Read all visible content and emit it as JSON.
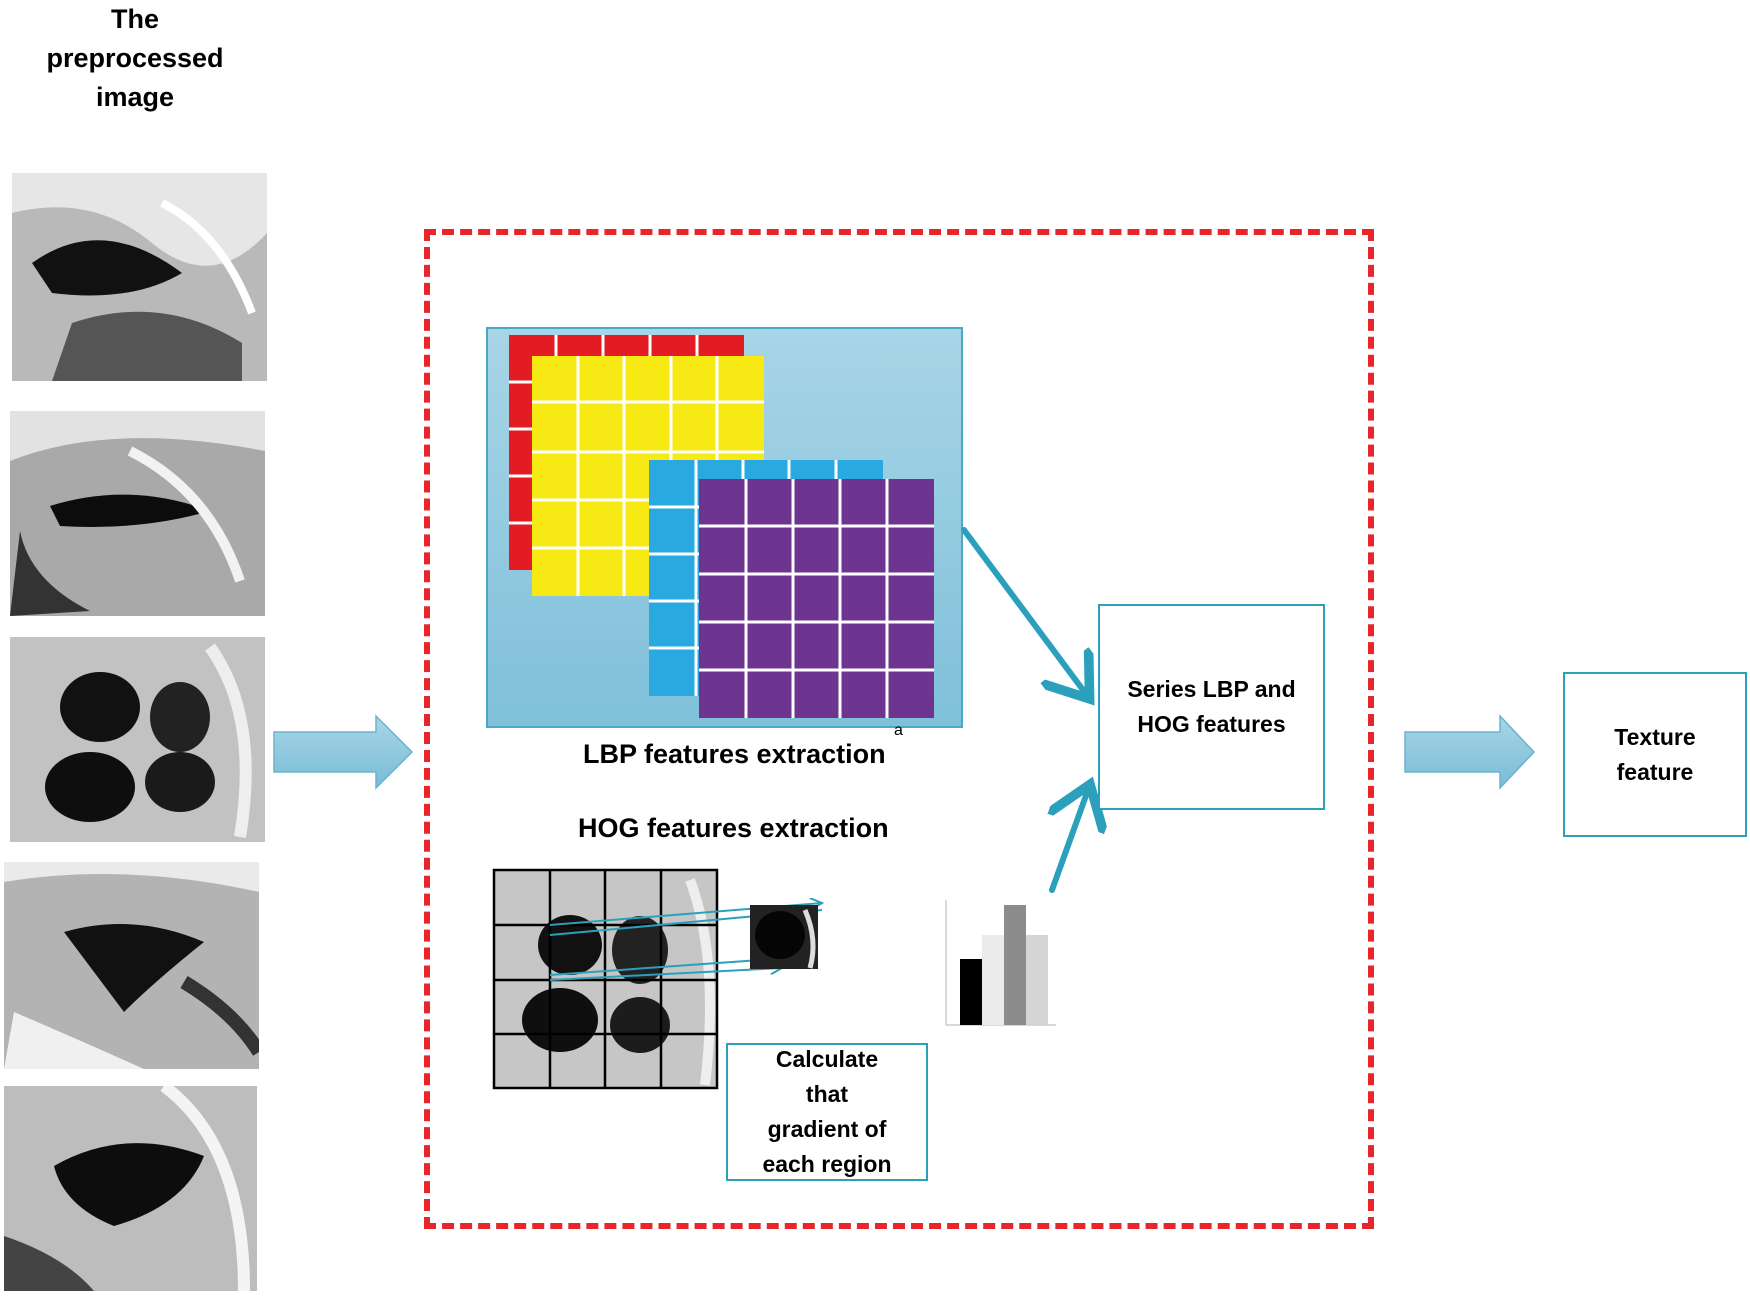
{
  "left_panel": {
    "title_lines": [
      "The",
      "preprocessed",
      "image"
    ],
    "thumbnail_count": 5
  },
  "lbp": {
    "label": "LBP features extraction",
    "superscript": "a",
    "grid_colors": [
      "#e31b23",
      "#f7e914",
      "#2aa9e0",
      "#6d3590"
    ],
    "panel_color": "#9dcfe0"
  },
  "hog": {
    "label": "HOG features extraction",
    "gradient_note_lines": [
      "Calculate",
      "that",
      "gradient of",
      "each region"
    ],
    "histogram_bars": [
      {
        "value": 0.55,
        "color": "#000000"
      },
      {
        "value": 0.75,
        "color": "#ebebeb"
      },
      {
        "value": 1.0,
        "color": "#8c8c8c"
      },
      {
        "value": 0.75,
        "color": "#d4d4d4"
      }
    ]
  },
  "series_box": {
    "lines": [
      "Series LBP and",
      "HOG  features"
    ]
  },
  "texture_box": {
    "lines": [
      "Texture",
      "feature"
    ]
  },
  "colors": {
    "dash": "#e8262a",
    "arrow": "#2aa0bd",
    "block_arrow": "#8fc6d9"
  }
}
